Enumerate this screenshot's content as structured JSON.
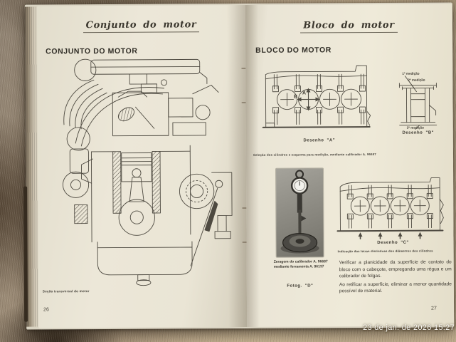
{
  "colors": {
    "page_paper": "#ece7d8",
    "ink": "#3a362e",
    "watermark_text": "#ffffff"
  },
  "watermark": {
    "timestamp": "23 de jan. de 2026 15:27"
  },
  "left_page": {
    "running_header": "Conjunto do motor",
    "section_title": "CONJUNTO DO MOTOR",
    "figure_caption": "Seção transversal do motor",
    "page_number": "26"
  },
  "right_page": {
    "running_header": "Bloco do motor",
    "section_title": "BLOCO DO MOTOR",
    "drawing_a": {
      "label": "Desenho \"A\"",
      "caption": "Seleção dos cilindros e esquema para medição, mediante calibrador A. 96687",
      "dim_vertical": "A",
      "dim_horizontal": "B"
    },
    "drawing_b": {
      "label": "Desenho \"B\"",
      "measure_1": "1ª medição",
      "measure_2": "2ª medição",
      "measure_3": "3ª medição"
    },
    "photo_d": {
      "caption": "Zeragem do calibrador A. 96687 mediante ferramenta A. 96137",
      "label": "Fotog. \"D\""
    },
    "drawing_c": {
      "label": "Desenho \"C\"",
      "caption": "Indicação das letras distintivas dos diâmetros dos cilindros"
    },
    "paragraph_1": "Verificar a planicidade da superfície de contato do bloco com o cabeçote, empregando uma régua e um calibrador de folgas.",
    "paragraph_2": "Ao retificar a superfície, eliminar a menor quantidade possível de material.",
    "page_number": "27"
  }
}
